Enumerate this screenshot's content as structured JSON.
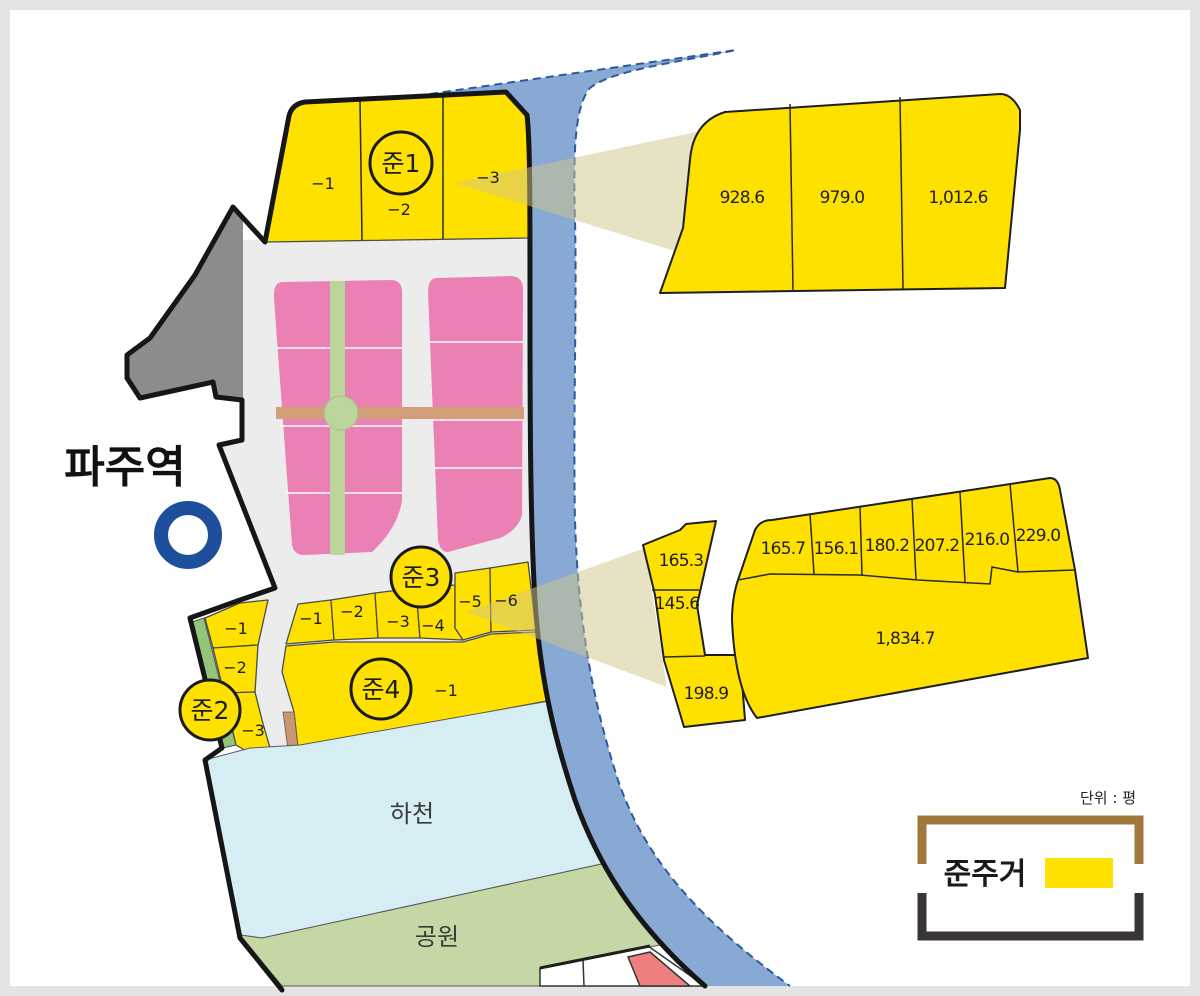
{
  "map": {
    "station_label": "파주역",
    "areas": {
      "stream": "하천",
      "park": "공원"
    }
  },
  "zones": {
    "jun1": {
      "label": "준1",
      "parcels": [
        "−1",
        "−2",
        "−3"
      ]
    },
    "jun2": {
      "label": "준2",
      "parcels": [
        "−1",
        "−2",
        "−3"
      ]
    },
    "jun3": {
      "label": "준3",
      "parcels": [
        "−1",
        "−2",
        "−3",
        "−4",
        "−5",
        "−6"
      ]
    },
    "jun4": {
      "label": "준4",
      "parcels": [
        "−1"
      ]
    }
  },
  "callouts": {
    "jun1_detail": {
      "areas": [
        "928.6",
        "979.0",
        "1,012.6"
      ]
    },
    "jun3_detail": {
      "left_areas": [
        "165.3",
        "145.6",
        "198.9"
      ],
      "top_row_areas": [
        "165.7",
        "156.1",
        "180.2",
        "207.2",
        "216.0",
        "229.0"
      ],
      "large_area": "1,834.7"
    }
  },
  "legend": {
    "unit": "단위 : 평",
    "label": "준주거",
    "color": "#ffe100"
  },
  "colors": {
    "semi_residential": "#ffe100",
    "river": "#88a9d3",
    "stream": "#d6edf3",
    "park": "#c6d7a6",
    "station": "#1d4f9c",
    "block": "#ea80b3",
    "road": "#ececec",
    "other_zone": "#8c8c8c"
  }
}
